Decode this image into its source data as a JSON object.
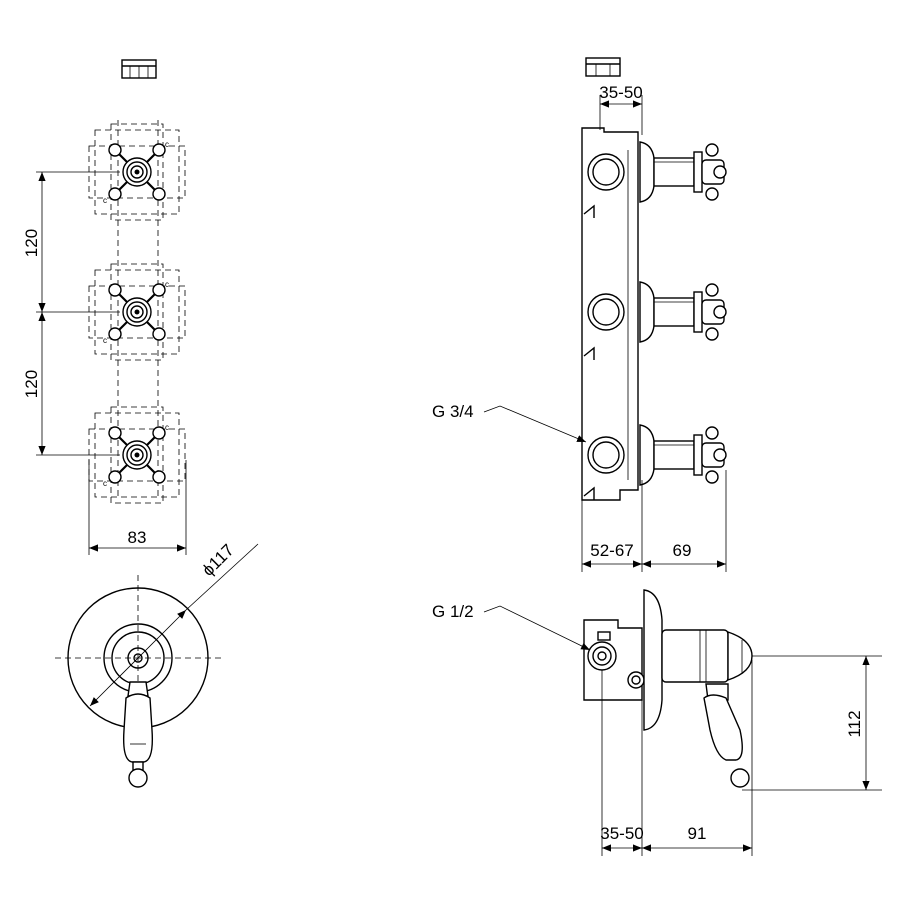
{
  "dimensions": {
    "front_spacing_1": "120",
    "front_spacing_2": "120",
    "front_width": "83",
    "plate_diameter": "ϕ117",
    "side_depth_top": "35-50",
    "side_depth_bottom": "52-67",
    "side_projection": "69",
    "diverter_depth": "35-50",
    "diverter_projection": "91",
    "diverter_height": "112"
  },
  "callouts": {
    "outlet_thread": "G 3/4",
    "inlet_thread": "G 1/2"
  }
}
